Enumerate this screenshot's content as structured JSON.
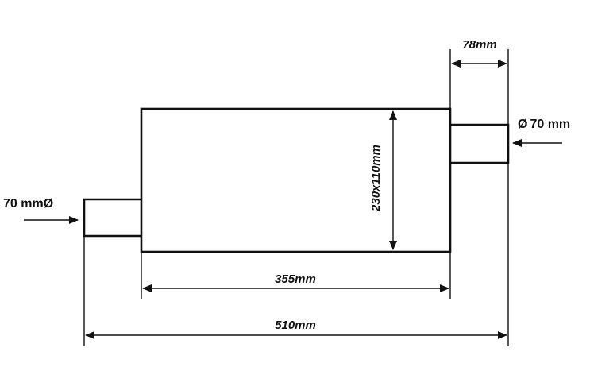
{
  "dimensions": {
    "outlet_length": "78mm",
    "outlet_diameter": "70 mm",
    "inlet_diameter": "70 mm",
    "body_cross_section": "230x110mm",
    "body_length": "355mm",
    "overall_length": "510mm"
  },
  "symbols": {
    "diameter_glyph": "Ø"
  },
  "colors": {
    "line": "#111111",
    "background": "#ffffff"
  }
}
